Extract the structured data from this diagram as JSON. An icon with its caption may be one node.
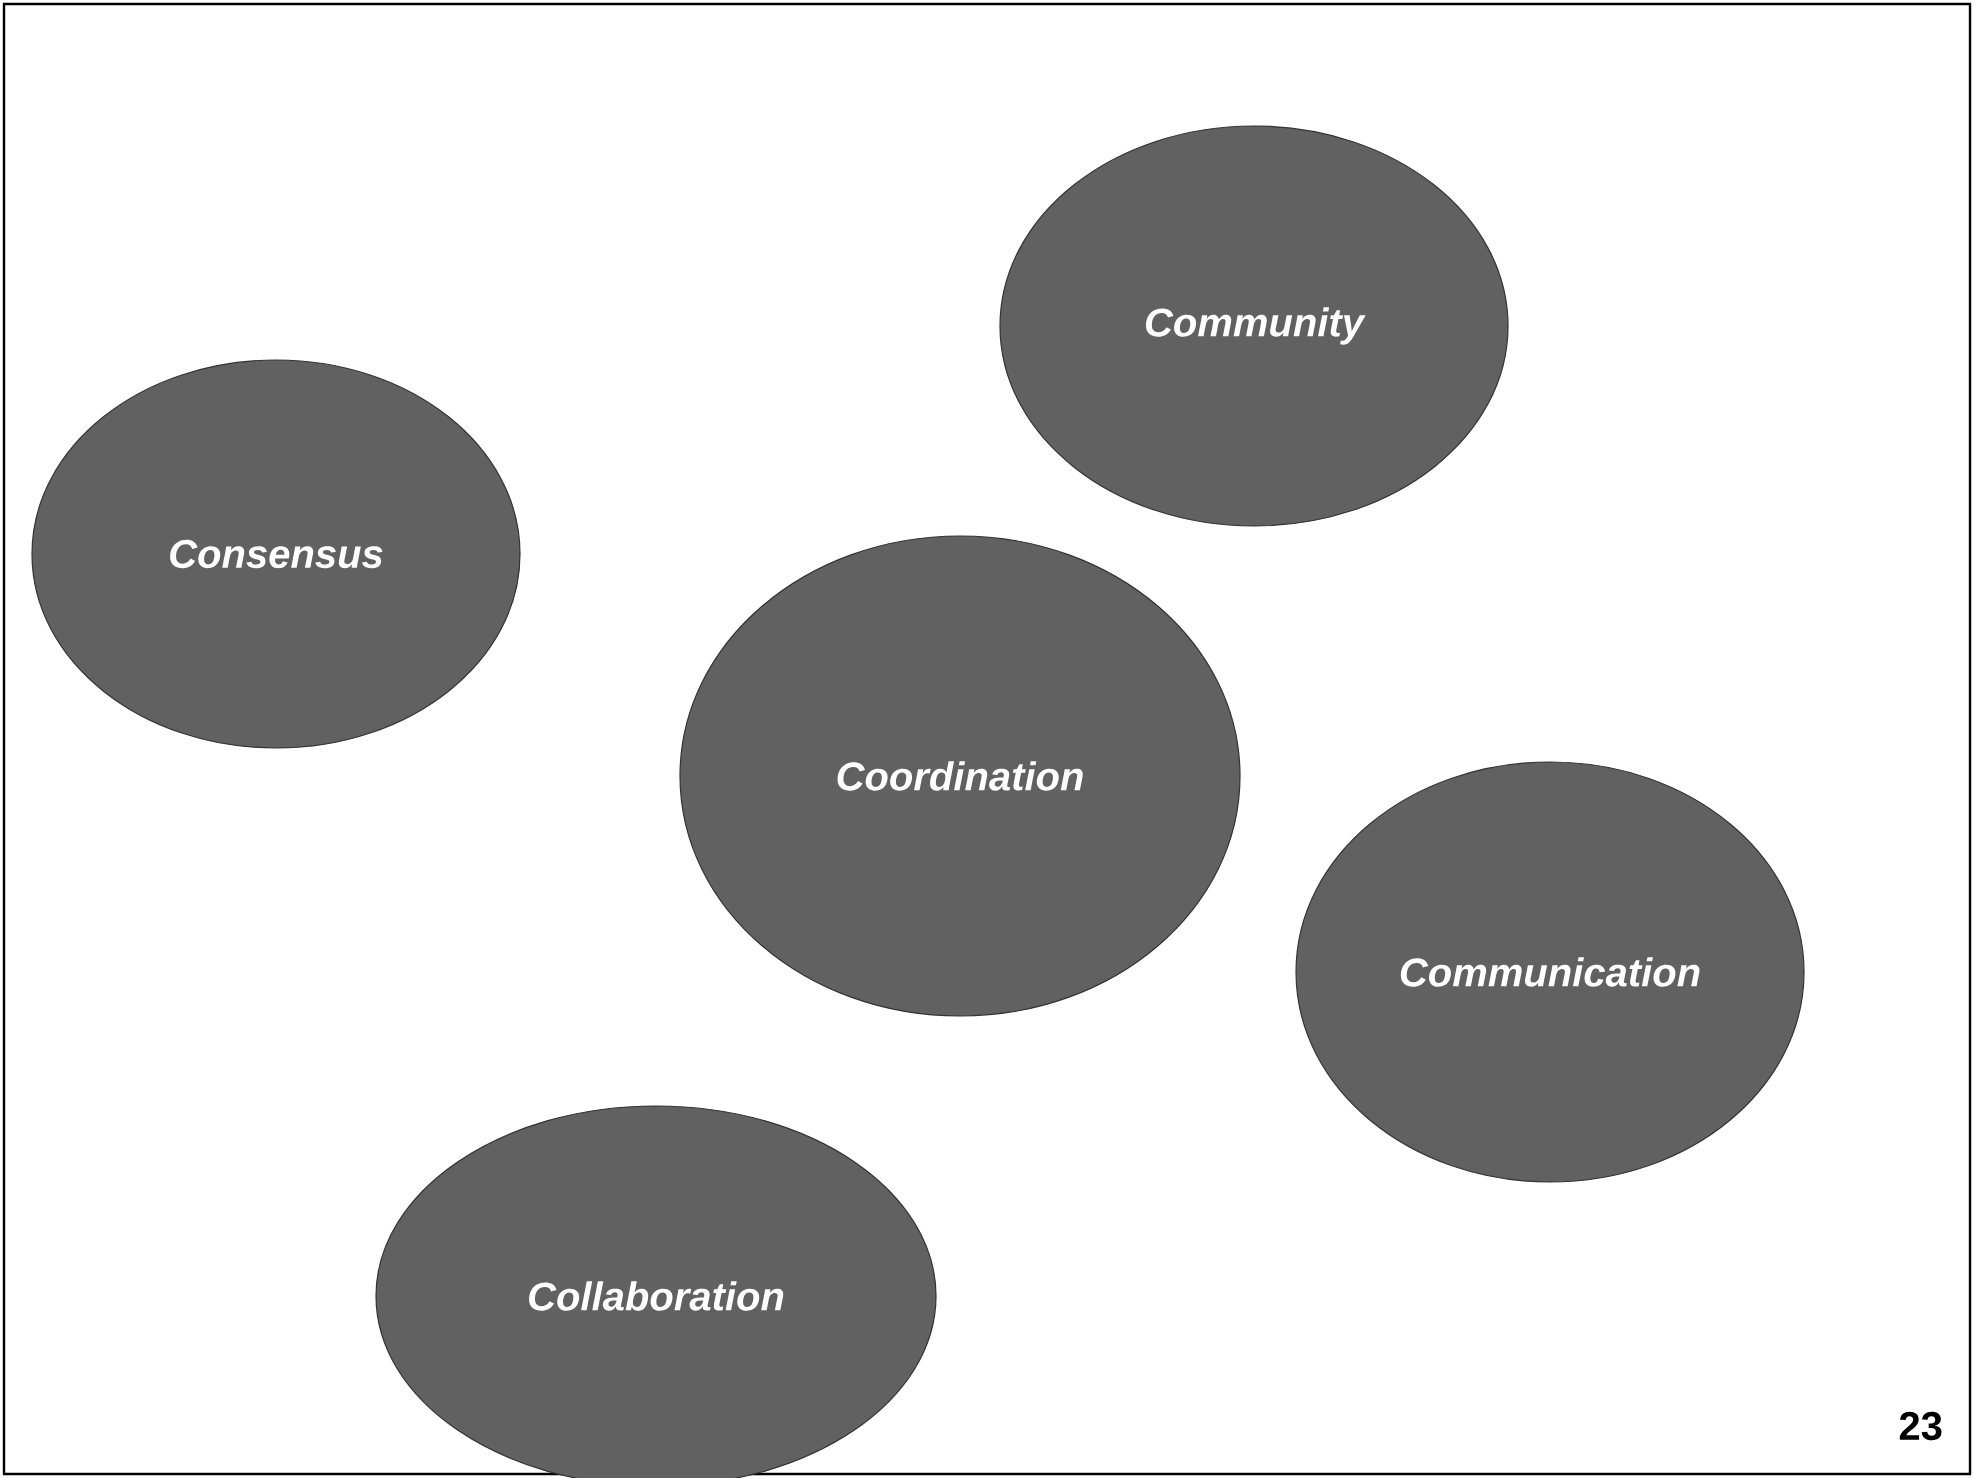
{
  "diagram": {
    "nodes": [
      {
        "text": [
          "Community"
        ]
      },
      {
        "text": [
          "Consensus"
        ]
      },
      {
        "text": [
          "Coordination"
        ]
      },
      {
        "text": [
          "Communication"
        ]
      },
      {
        "text": [
          "Collaboration"
        ]
      }
    ],
    "labels": [
      "23"
    ]
  }
}
